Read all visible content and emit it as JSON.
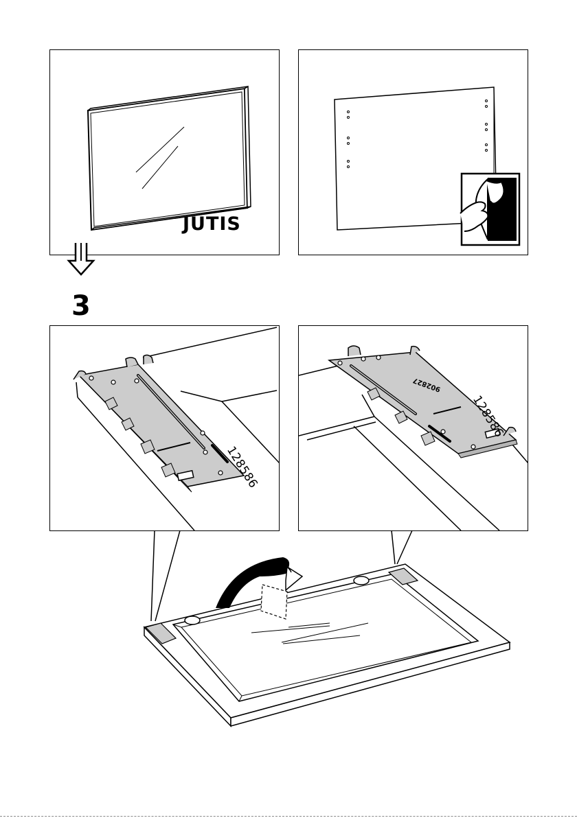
{
  "panel_top_left": {
    "brand_label": "JUTIS"
  },
  "step": {
    "number": "3"
  },
  "panel_mid_left": {
    "article_number": "128586"
  },
  "panel_mid_right": {
    "article_number": "128586"
  },
  "colors": {
    "line": "#000000",
    "plate_fill": "#cccccc",
    "background": "#ffffff"
  },
  "icons": [
    "double-arrow-down-icon",
    "peel-sticker-icon",
    "rotate-arrow-icon"
  ]
}
